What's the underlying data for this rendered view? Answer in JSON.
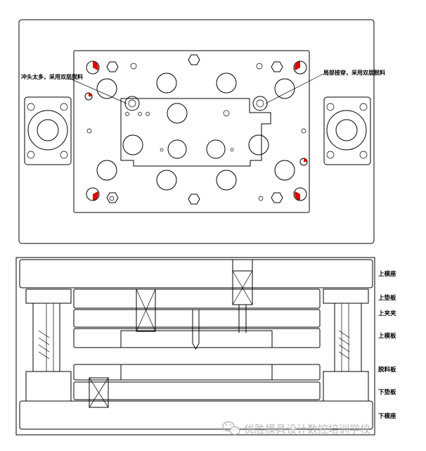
{
  "top_view": {
    "annotation_left": "冲头太多，采用双层脱料",
    "annotation_right": "局部接穿，采用双层脱料"
  },
  "section_labels": [
    "上模座",
    "上垫板",
    "上夹夹",
    "上模板",
    "脱料板",
    "下垫板",
    "下模座"
  ],
  "watermark": {
    "text": "优胜模具设计数控培训学校",
    "icon": "wechat-logo-icon"
  },
  "colors": {
    "line": "#000000",
    "accent": "#e00000",
    "watermark": "#b0b0b0"
  }
}
